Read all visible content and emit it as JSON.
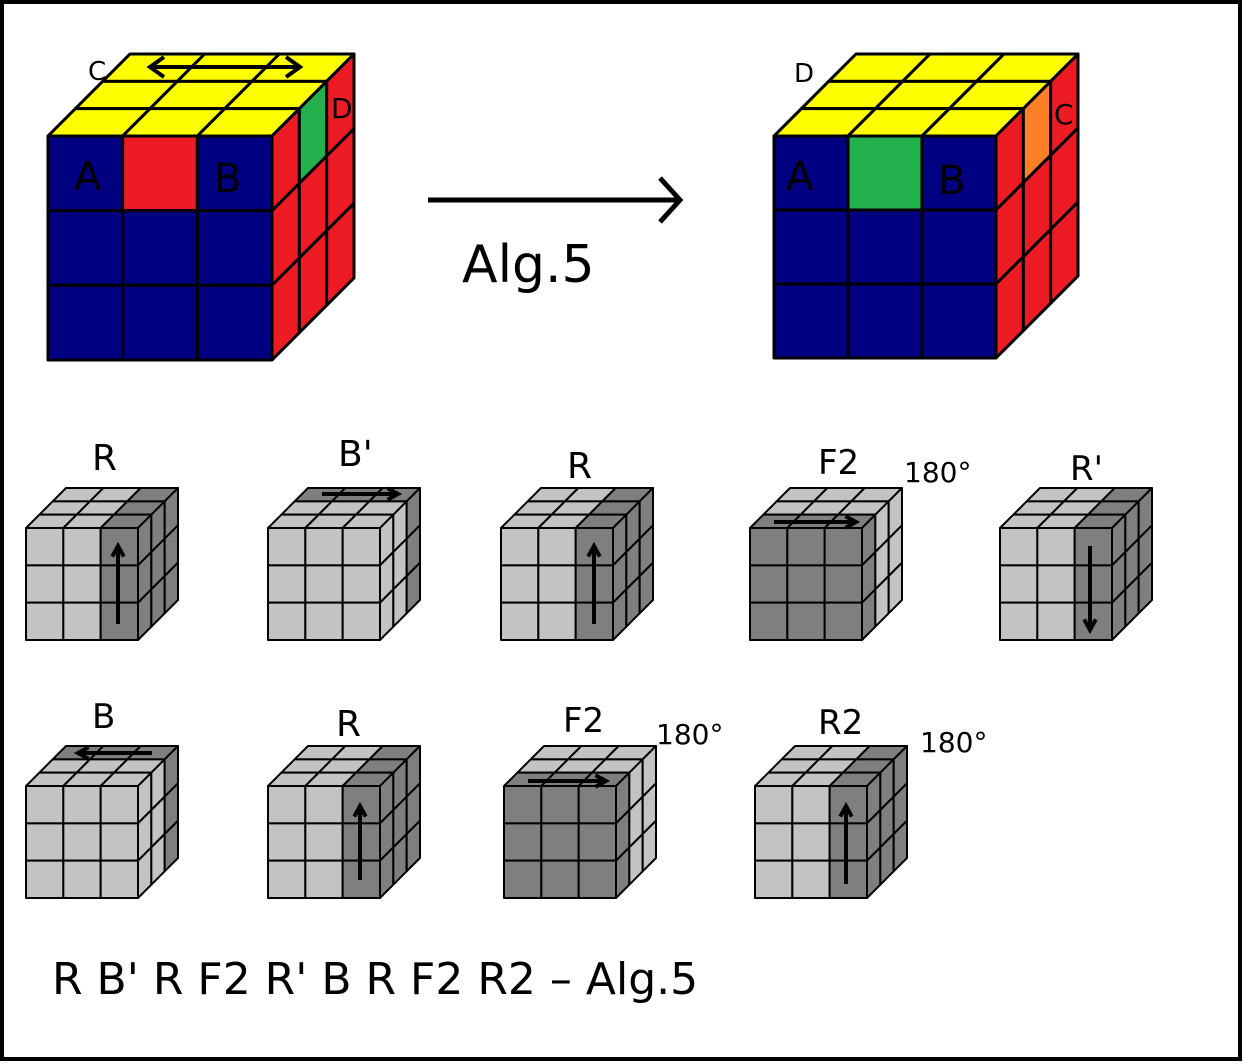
{
  "colors": {
    "yellow": "#ffff00",
    "blue": "#000080",
    "red": "#ed1c24",
    "green": "#22b14c",
    "orange": "#ff7f27",
    "light_gray": "#c3c3c3",
    "dark_gray": "#7f7f7f",
    "outline": "#000000"
  },
  "top_left_cube": {
    "labels": {
      "A": "A",
      "B": "B",
      "C": "C",
      "D": "D"
    },
    "front_top_row": [
      "blue",
      "red",
      "blue"
    ],
    "right_top_row": [
      "red",
      "green",
      "red"
    ]
  },
  "arrow_caption": "Alg.5",
  "top_right_cube": {
    "labels": {
      "A": "A",
      "B": "B",
      "C": "C",
      "D": "D"
    },
    "front_top_row": [
      "blue",
      "green",
      "blue"
    ],
    "right_top_row": [
      "red",
      "orange",
      "red"
    ]
  },
  "steps_row1": [
    {
      "label": "R",
      "note": ""
    },
    {
      "label": "B'",
      "note": ""
    },
    {
      "label": "R",
      "note": ""
    },
    {
      "label": "F2",
      "note": "180°"
    },
    {
      "label": "R'",
      "note": ""
    }
  ],
  "steps_row2": [
    {
      "label": "B",
      "note": ""
    },
    {
      "label": "R",
      "note": ""
    },
    {
      "label": "F2",
      "note": "180°"
    },
    {
      "label": "R2",
      "note": "180°"
    }
  ],
  "formula": "R B' R F2 R' B R F2 R2 – Alg.5"
}
